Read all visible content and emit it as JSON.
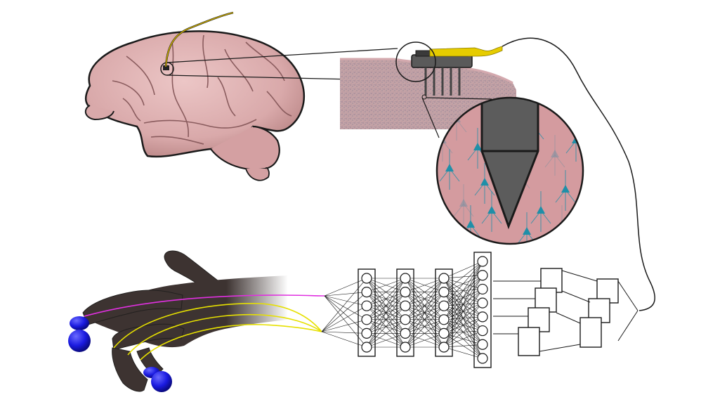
{
  "figure": {
    "panels": [
      "brain",
      "electrode-array",
      "cortex-section",
      "neuron-magnification",
      "prosthetic-hand",
      "neural-network-decoder",
      "filter-stack"
    ],
    "colors": {
      "brain_fill": "#d9a9aa",
      "brain_outline": "#1a1a1a",
      "cortex_tissue": "#c8a0a4",
      "magnified_tissue": "#d49b9f",
      "neuron_cyan": "#1f8fa8",
      "electrode_gray": "#5a5a5a",
      "wire_yellow": "#d4b400",
      "hand_dark": "#3d3331",
      "fingertip_blue": "#1a1ae0",
      "trajectory_magenta": "#e030e0",
      "trajectory_yellow": "#e6e000",
      "network_line": "#000000"
    },
    "network": {
      "layer_node_counts": [
        6,
        6,
        6,
        8
      ]
    }
  }
}
